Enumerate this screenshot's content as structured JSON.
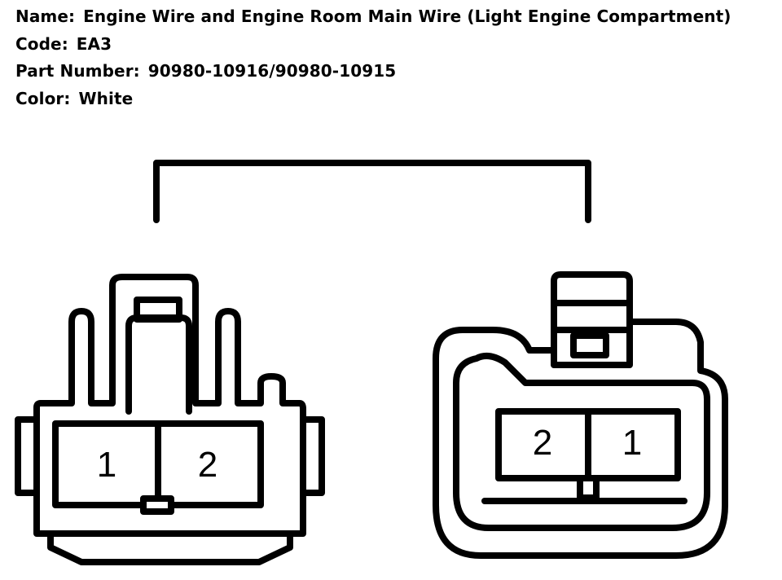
{
  "header": {
    "name_label": "Name:",
    "name_value": "Engine Wire and Engine Room Main Wire (Light Engine Compartment)",
    "code_label": "Code:",
    "code_value": "EA3",
    "part_label": "Part Number:",
    "part_value": "90980-10916/90980-10915",
    "color_label": "Color:",
    "color_value": "White"
  },
  "connectors": {
    "left": {
      "pin_a": "1",
      "pin_b": "2"
    },
    "right": {
      "pin_a": "2",
      "pin_b": "1"
    }
  },
  "colors": {
    "line": "#000000",
    "background": "#ffffff"
  }
}
